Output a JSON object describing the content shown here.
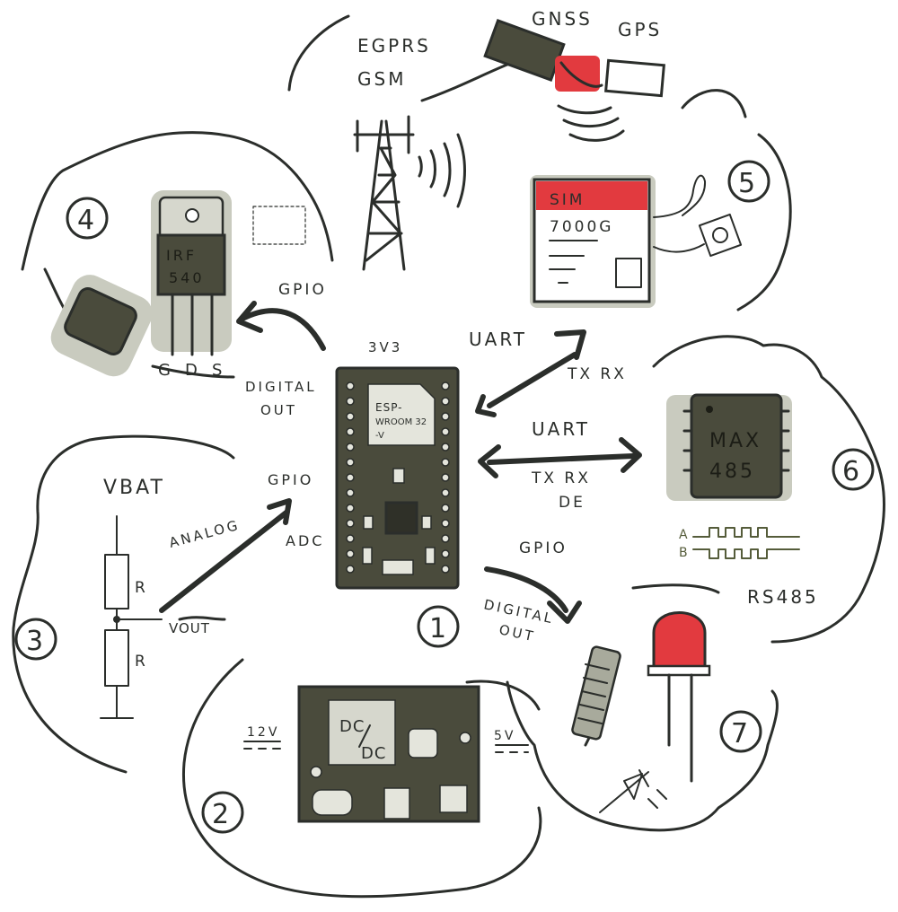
{
  "colors": {
    "ink": "#2b2e2b",
    "board": "#4a4b3c",
    "accent_red": "#e23a3f",
    "shadow": "#c9cbbf"
  },
  "center": {
    "module_label_1": "ESP-",
    "module_label_2": "WROOM 32",
    "module_label_3": "-V",
    "power_label": "3V3",
    "number": "1"
  },
  "dcdc": {
    "chip_label_1": "DC",
    "chip_label_2": "DC",
    "in_label": "12V",
    "out_label": "5V",
    "number": "2"
  },
  "divider": {
    "vbat": "VBAT",
    "r_top": "R",
    "r_bottom": "R",
    "vout": "VOUT",
    "signal_1": "ANALOG",
    "signal_2": "ADC",
    "pin": "GPIO",
    "number": "3"
  },
  "mosfet": {
    "chip_label_1": "IRF",
    "chip_label_2": "540",
    "pins": [
      "G",
      "D",
      "S"
    ],
    "pin": "GPIO",
    "signal_1": "DIGITAL",
    "signal_2": "OUT",
    "number": "4"
  },
  "gsm": {
    "network_1": "EGPRS",
    "network_2": "GSM",
    "sat_1": "GNSS",
    "sat_2": "GPS",
    "chip_label_1": "SIM",
    "chip_label_2": "7000G",
    "bus": "UART",
    "pins": "TX RX",
    "number": "5"
  },
  "rs485": {
    "chip_label_1": "MAX",
    "chip_label_2": "485",
    "bus": "UART",
    "pins": "TX RX",
    "pin_extra": "DE",
    "line_a": "A",
    "line_b": "B",
    "label": "RS485",
    "number": "6"
  },
  "led": {
    "pin": "GPIO",
    "signal_1": "DIGITAL",
    "signal_2": "OUT",
    "number": "7"
  }
}
